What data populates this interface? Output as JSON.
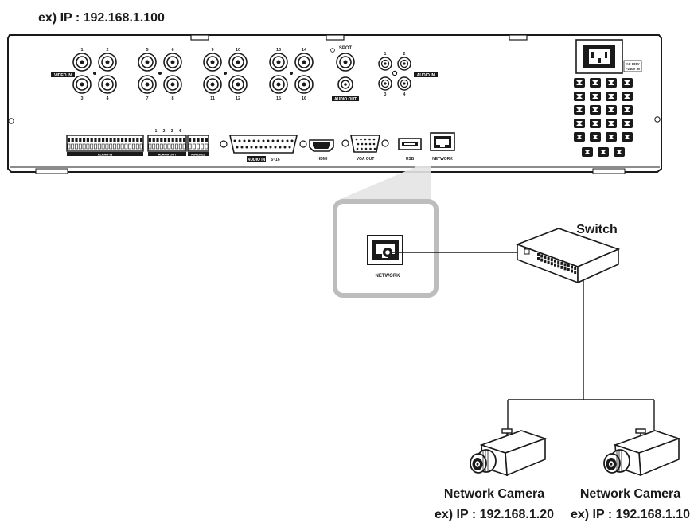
{
  "dvr": {
    "ip_label": "ex) IP : 192.168.1.100",
    "video_in_label": "VIDEO IN",
    "video_channels": [
      "1",
      "2",
      "3",
      "4",
      "5",
      "6",
      "7",
      "8",
      "9",
      "10",
      "11",
      "12",
      "13",
      "14",
      "15",
      "16"
    ],
    "spot_label": "SPOT",
    "audio_out_label": "AUDIO OUT",
    "audio_in_label": "AUDIO IN",
    "audio_channels": [
      "1",
      "2",
      "3",
      "4"
    ],
    "power_label_1": "AC 100V",
    "power_label_2": "~240V IN",
    "alarm_in_label": "ALARM IN",
    "alarm_out_label": "ALARM OUT",
    "rs485_label": "RS485/422",
    "alarm_out_numbers": [
      "1",
      "2",
      "3",
      "4"
    ],
    "audio_in_port_label": "AUDIO IN",
    "audio_in_range": "5~16",
    "hdmi_label": "HDMI",
    "vga_label": "VGA OUT",
    "usb_label": "USB",
    "network_label": "NETWORK"
  },
  "zoom": {
    "network_label": "NETWORK"
  },
  "switch": {
    "label": "Switch"
  },
  "cameras": [
    {
      "title": "Network Camera",
      "ip": "ex) IP : 192.168.1.20"
    },
    {
      "title": "Network Camera",
      "ip": "ex) IP : 192.168.1.10"
    }
  ],
  "colors": {
    "outline": "#1a1a1a",
    "zoom_frame": "#bdbdbd",
    "panel": "#ffffff"
  }
}
